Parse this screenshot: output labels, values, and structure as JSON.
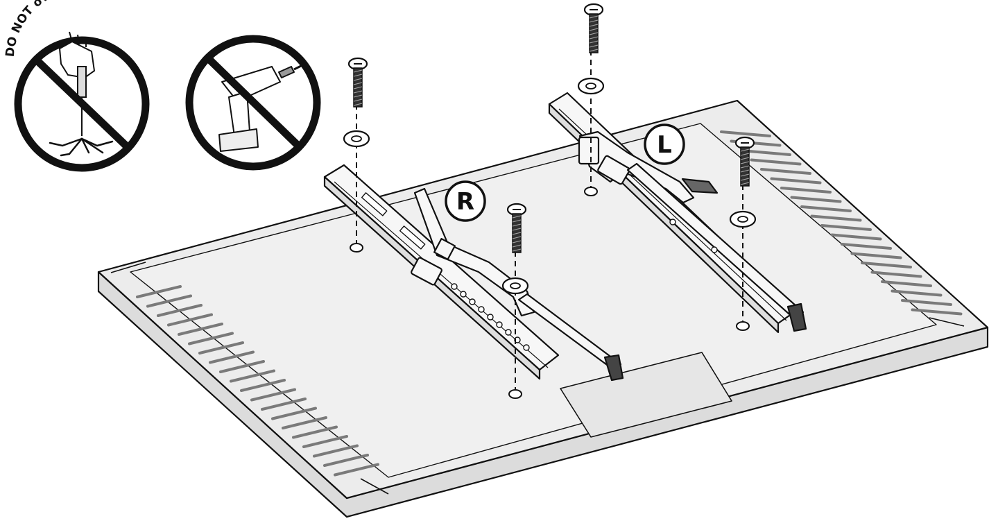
{
  "warning": {
    "text": "DO NOT overtighten"
  },
  "brackets": {
    "right_label": "R",
    "left_label": "L"
  },
  "colors": {
    "line": "#111111",
    "tv_fill": "#eeeeee",
    "tv_edge": "#d9d9d9",
    "bracket_fill": "#f7f7f7",
    "background": "#ffffff"
  },
  "icons": {
    "overtighten": "no-screwdriver-icon",
    "no_drill": "no-power-drill-icon",
    "screw": "screw-icon",
    "washer": "washer-icon"
  }
}
